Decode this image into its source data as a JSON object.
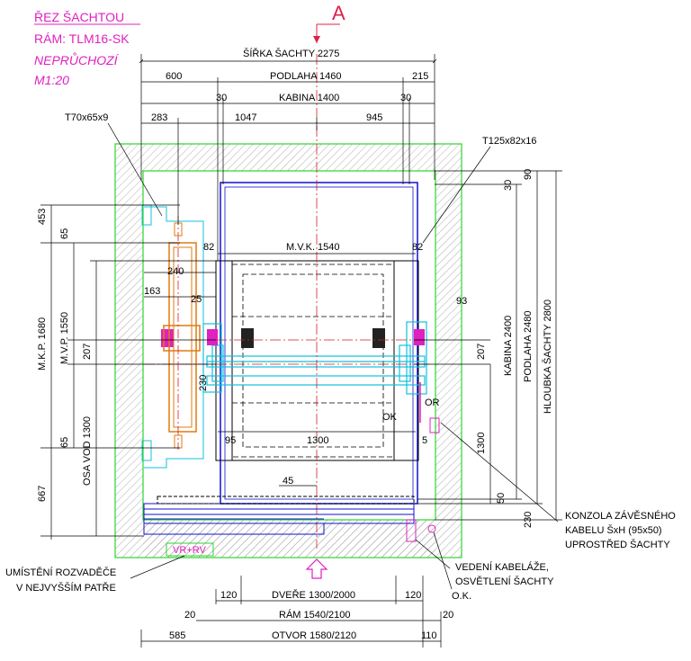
{
  "title": {
    "line1": "ŘEZ ŠACHTOU",
    "line2": "RÁM: TLM16-SK",
    "line3": "NEPRŮCHOZÍ",
    "line4": "M1:20"
  },
  "section_mark": "A",
  "colors": {
    "title": "#e020c0",
    "shaft_wall": "#2bd62b",
    "cabin": "#1010d0",
    "counterweight": "#e07a10",
    "rails": "#10c0e0",
    "magenta": "#e020c0",
    "axis": "#d02020",
    "dims": "#000000"
  },
  "top_dims": {
    "shaft_width": "ŠÍŘKA ŠACHTY 2275",
    "left_600": "600",
    "floor": "PODLAHA 1460",
    "right_215": "215",
    "gap_left_30": "30",
    "cabin": "KABINA 1400",
    "gap_right_30": "30",
    "d283": "283",
    "d1047": "1047",
    "d945": "945"
  },
  "profiles": {
    "left": "T70x65x9",
    "right": "T125x82x16"
  },
  "inner_dims": {
    "mvk": "M.V.K. 1540",
    "d82_left": "82",
    "d82_right": "82",
    "d240": "240",
    "d163": "163",
    "d25": "25",
    "d93": "93",
    "d207_left": "207",
    "d207_right": "207",
    "d230": "230",
    "d95": "95",
    "d1300": "1300",
    "d5": "5",
    "d45": "45",
    "ok": "OK",
    "or": "OR"
  },
  "left_dims": {
    "d453": "453",
    "d65_top": "65",
    "mkp": "M.K.P. 1680",
    "mvp": "M.V.P. 1550",
    "d207": "207",
    "osa_vod": "OSA VOD 1300",
    "d65_bottom": "65",
    "d667": "667"
  },
  "right_dims": {
    "d30": "30",
    "d90": "90",
    "cabin_h": "KABINA 2400",
    "floor_h": "PODLAHA 2480",
    "shaft_depth": "HLOUBKA ŠACHTY 2800",
    "d1300": "1300",
    "d50": "50",
    "d230": "230"
  },
  "bottom_dims": {
    "d120_left": "120",
    "doors": "DVEŘE 1300/2000",
    "d120_right": "120",
    "d20_left": "20",
    "frame": "RÁM 1540/2100",
    "d20_right": "20",
    "d585": "585",
    "opening": "OTVOR 1580/2120",
    "d110": "110"
  },
  "labels": {
    "vr_rv": "VR+RV",
    "switchboard_1": "UMÍSTĚNÍ ROZVADĚČE",
    "switchboard_2": "V NEJVYŠŠÍM PATŘE",
    "bracket_1": "KONZOLA ZÁVĚSNÉHO",
    "bracket_2": "KABELU ŠxH (95x50)",
    "bracket_3": "UPROSTŘED ŠACHTY",
    "cable_1": "VEDENÍ KABELÁŽE,",
    "cable_2": "OSVĚTLENÍ ŠACHTY",
    "ok_bottom": "O.K."
  }
}
